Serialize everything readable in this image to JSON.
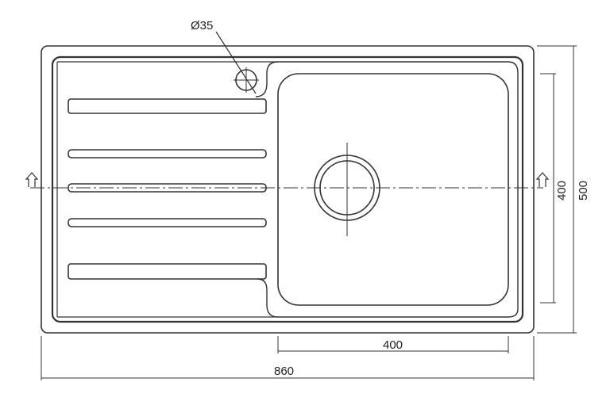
{
  "drawing": {
    "tap_hole_label": "Ø35",
    "dimensions": {
      "bowl_height": "400",
      "overall_depth": "500",
      "bowl_width": "400",
      "overall_width": "860"
    }
  }
}
